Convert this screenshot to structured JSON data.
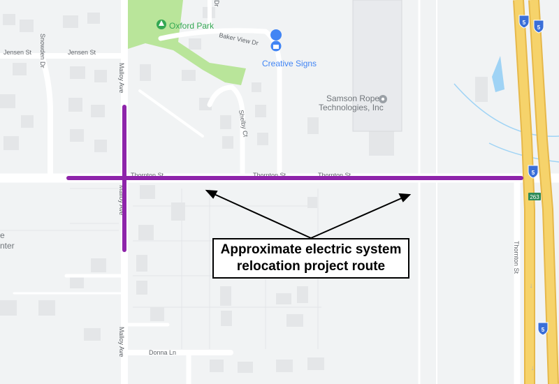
{
  "map": {
    "colors": {
      "background": "#f1f3f4",
      "road": "#ffffff",
      "highway": "#f6d36b",
      "park": "#b9e59a",
      "water": "#9fd3f5",
      "route": "#8e24aa",
      "building": "#e4e6e8",
      "poi_pin": "#4285f4",
      "park_pin": "#34a853"
    },
    "places": {
      "oxford_park": "Oxford Park",
      "creative_signs": "Creative Signs",
      "samson_rope_line1": "Samson Rope",
      "samson_rope_line2": "Technologies, Inc",
      "center_partial_1": "e",
      "center_partial_2": "nter"
    },
    "streets": {
      "jensen_st": "Jensen St",
      "snowden_dr": "Snowden Dr",
      "malloy_ave": "Malloy Ave",
      "baker_view_dr": "Baker View Dr",
      "shelby_ct": "Shelby Ct",
      "thornton_st": "Thornton St",
      "donna_ln": "Donna Ln",
      "dr_partial": "Dr"
    },
    "highway": {
      "route_number": "5",
      "exit_number": "263"
    }
  },
  "callout": {
    "line1": "Approximate electric system",
    "line2": "relocation project route"
  }
}
